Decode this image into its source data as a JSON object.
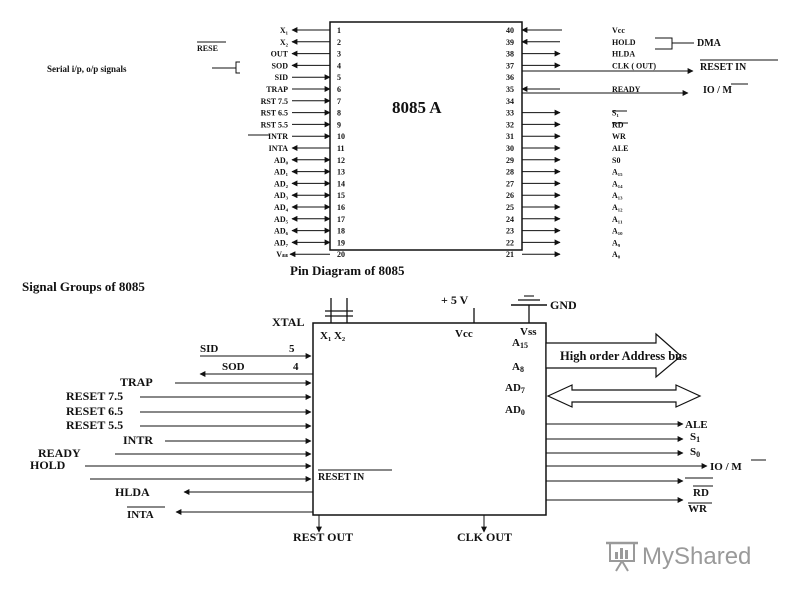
{
  "top_diagram": {
    "chip_label": "8085 A",
    "caption": "Pin Diagram of 8085",
    "left_pins": [
      {
        "num": "1",
        "name": "X₁"
      },
      {
        "num": "2",
        "name": "X₂"
      },
      {
        "num": "3",
        "name": "OUT"
      },
      {
        "num": "4",
        "name": "SOD"
      },
      {
        "num": "5",
        "name": "SID"
      },
      {
        "num": "6",
        "name": "TRAP"
      },
      {
        "num": "7",
        "name": "RST 7.5"
      },
      {
        "num": "8",
        "name": "RST 6.5"
      },
      {
        "num": "9",
        "name": "RST 5.5"
      },
      {
        "num": "10",
        "name": "INTR"
      },
      {
        "num": "11",
        "name": "INTA"
      },
      {
        "num": "12",
        "name": "AD₀"
      },
      {
        "num": "13",
        "name": "AD₁"
      },
      {
        "num": "14",
        "name": "AD₂"
      },
      {
        "num": "15",
        "name": "AD₃"
      },
      {
        "num": "16",
        "name": "AD₄"
      },
      {
        "num": "17",
        "name": "AD₅"
      },
      {
        "num": "18",
        "name": "AD₆"
      },
      {
        "num": "19",
        "name": "AD₇"
      },
      {
        "num": "20",
        "name": "Vₛₛ"
      }
    ],
    "right_pins": [
      {
        "num": "40",
        "name": "Vcc"
      },
      {
        "num": "39",
        "name": "HOLD"
      },
      {
        "num": "38",
        "name": "HLDA"
      },
      {
        "num": "37",
        "name": "CLK ( OUT)"
      },
      {
        "num": "36",
        "name": ""
      },
      {
        "num": "35",
        "name": "READY"
      },
      {
        "num": "34",
        "name": ""
      },
      {
        "num": "33",
        "name": "S₁"
      },
      {
        "num": "32",
        "name": "RD"
      },
      {
        "num": "31",
        "name": "WR"
      },
      {
        "num": "30",
        "name": "ALE"
      },
      {
        "num": "29",
        "name": "S0"
      },
      {
        "num": "28",
        "name": "A₁₅"
      },
      {
        "num": "27",
        "name": "A₁₄"
      },
      {
        "num": "26",
        "name": "A₁₃"
      },
      {
        "num": "25",
        "name": "A₁₂"
      },
      {
        "num": "24",
        "name": "A₁₁"
      },
      {
        "num": "23",
        "name": "A₁₀"
      },
      {
        "num": "22",
        "name": "A₉"
      },
      {
        "num": "21",
        "name": "A₈"
      }
    ],
    "rese_label": "RESE",
    "serial_label": "Serial i/p, o/p signals",
    "dma_label": "DMA",
    "reset_in_label": "RESET IN",
    "iom_label": "IO / M"
  },
  "bottom_diagram": {
    "title": "Signal Groups of 8085",
    "xtal_label": "XTAL",
    "x1x2_label": "X₁ X₂",
    "vplus_label": "+ 5 V",
    "vcc_label": "Vcc",
    "gnd_label": "GND",
    "vss_label": "Vss",
    "sid_label": "SID",
    "sid_num": "5",
    "sod_label": "SOD",
    "sod_num": "4",
    "left_inputs": [
      "TRAP",
      "RESET 7.5",
      "RESET 6.5",
      "RESET 5.5",
      "INTR",
      "READY",
      "HOLD"
    ],
    "reset_in_label": "RESET IN",
    "hlda_label": "HLDA",
    "inta_label": "INTA",
    "a15_label": "A15",
    "a8_label": "A8",
    "high_addr_label": "High order Address bus",
    "ad7_label": "AD7",
    "ad0_label": "AD0",
    "ale_label": "ALE",
    "s1_label": "S1",
    "s0_label": "S0",
    "iom_label": "IO / M",
    "rd_label": "RD",
    "wr_label": "WR",
    "rest_out_label": "REST OUT",
    "clk_out_label": "CLK OUT"
  },
  "watermark": {
    "text": "MyShared",
    "icon": "presentation-board-icon"
  }
}
